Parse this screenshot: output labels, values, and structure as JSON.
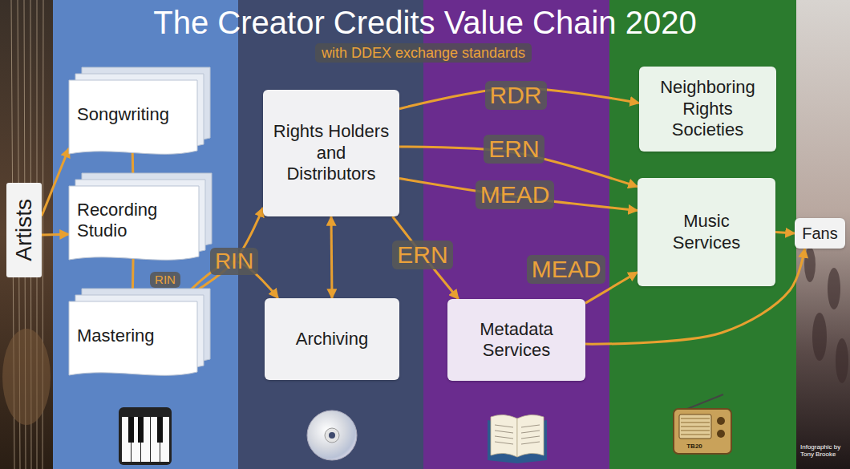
{
  "diagram": {
    "title": "The Creator Credits Value Chain 2020",
    "nodes": [
      {
        "text": [
          "Artists"
        ]
      },
      {
        "text": [
          "Songwriting"
        ]
      },
      {
        "text": [
          "Recording Studio"
        ]
      },
      {
        "text": [
          "Mastering"
        ]
      },
      {
        "text": [
          "Rights Holders and Distributors"
        ]
      },
      {
        "text": [
          "Archiving"
        ]
      },
      {
        "text": [
          "Neighboring Rights Societies"
        ]
      },
      {
        "text": [
          "Music Services"
        ]
      },
      {
        "text": [
          "Metadata Services"
        ]
      },
      {
        "text": [
          "Fans"
        ]
      }
    ],
    "edges": [
      {
        "from": 0,
        "to": 1,
        "arrow": "to"
      },
      {
        "from": 0,
        "to": 2,
        "arrow": "to"
      },
      {
        "from": 1,
        "to": 2,
        "arrow": "to"
      },
      {
        "from": 2,
        "to": 3,
        "label": "RIN",
        "arrow": "to"
      },
      {
        "from": 3,
        "to": 4,
        "label": "RIN",
        "arrow": "to"
      },
      {
        "from": 3,
        "to": 5,
        "arrow": "to"
      },
      {
        "from": 4,
        "to": 5,
        "arrow": "both"
      },
      {
        "from": 4,
        "to": 6,
        "label": "RDR",
        "arrow": "to"
      },
      {
        "from": 4,
        "to": 7,
        "label": "ERN",
        "arrow": "to"
      },
      {
        "from": 4,
        "to": 7,
        "label": "MEAD",
        "arrow": "to"
      },
      {
        "from": 4,
        "to": 8,
        "label": "ERN",
        "arrow": "to"
      },
      {
        "from": 8,
        "to": 7,
        "label": "MEAD",
        "arrow": "to"
      },
      {
        "from": 8,
        "to": 9,
        "arrow": "to"
      },
      {
        "from": 7,
        "to": 9,
        "arrow": "to"
      }
    ],
    "labels": [
      "with DDEX exchange standards",
      "TB20",
      "Infographic by Tony Brooke"
    ]
  }
}
